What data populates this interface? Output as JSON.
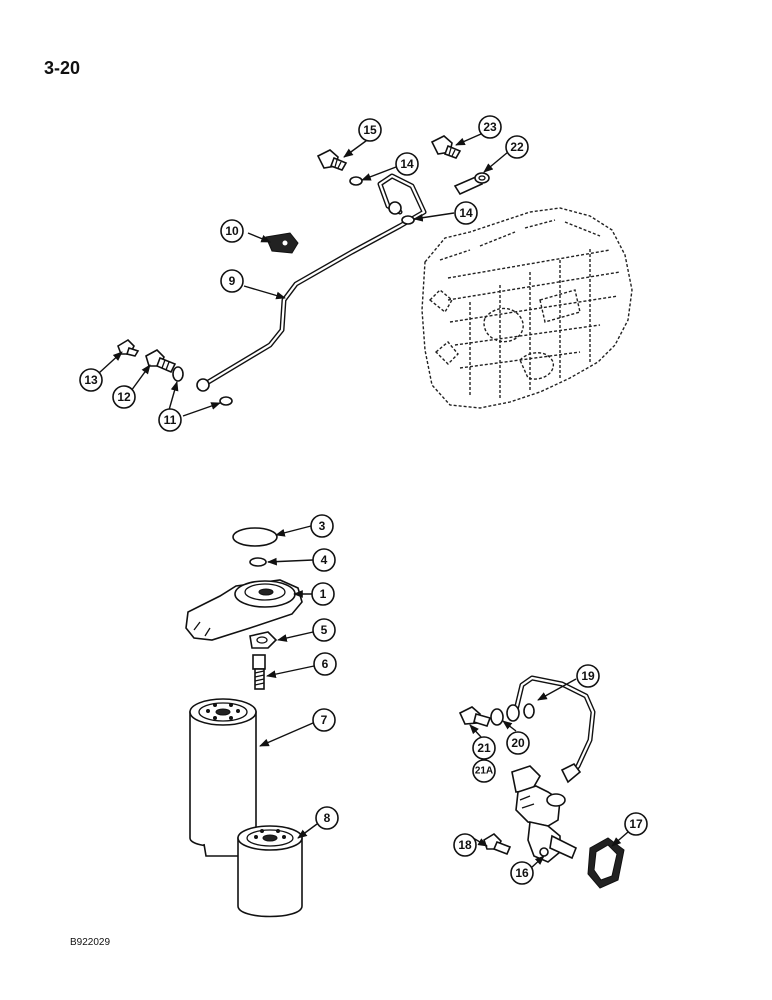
{
  "page": {
    "number": "3-20",
    "figure_code": "B922029"
  },
  "callouts": {
    "c1": "1",
    "c3": "3",
    "c4": "4",
    "c5": "5",
    "c6": "6",
    "c7": "7",
    "c8": "8",
    "c9": "9",
    "c10": "10",
    "c11": "11",
    "c12": "12",
    "c13": "13",
    "c14a": "14",
    "c14b": "14",
    "c15": "15",
    "c16": "16",
    "c17": "17",
    "c18": "18",
    "c19": "19",
    "c20": "20",
    "c21": "21",
    "c21a": "21A",
    "c22": "22",
    "c23": "23"
  }
}
